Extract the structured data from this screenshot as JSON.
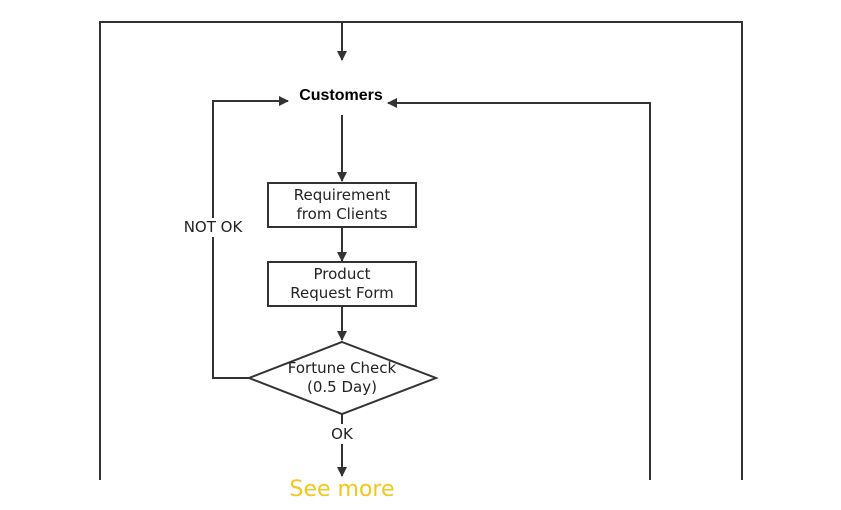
{
  "diagram": {
    "start_node": "Customers",
    "steps": [
      {
        "id": "requirement",
        "label_line1": "Requirement",
        "label_line2": "from Clients"
      },
      {
        "id": "product",
        "label_line1": "Product",
        "label_line2": "Request Form"
      }
    ],
    "decision": {
      "label_line1": "Fortune Check",
      "label_line2": "(0.5 Day)"
    },
    "edges": {
      "not_ok": "NOT OK",
      "ok": "OK"
    }
  },
  "footer": {
    "see_more": "See more"
  },
  "colors": {
    "line": "#333333",
    "see_more": "#f5c518"
  }
}
